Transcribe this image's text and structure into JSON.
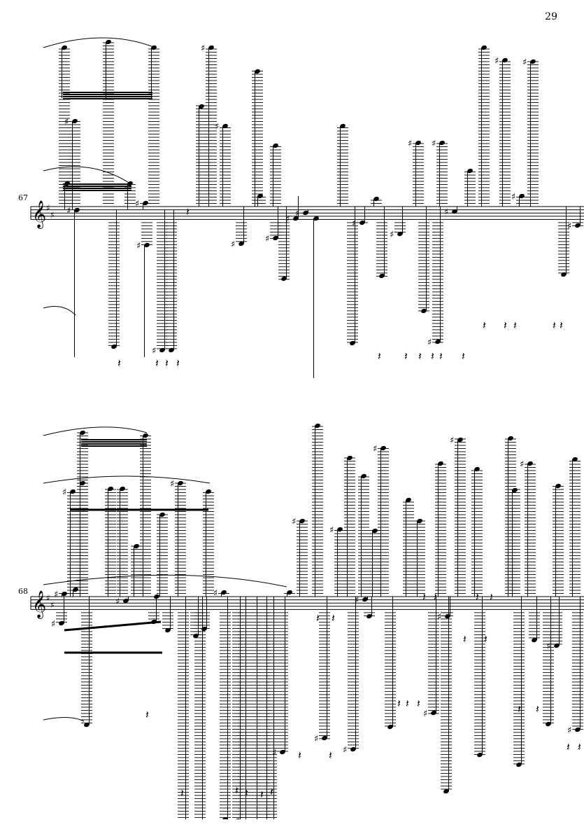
{
  "page": {
    "page_number": "29"
  },
  "systems": [
    {
      "measure_number": "67",
      "clef": "treble",
      "key_signature": "D major"
    },
    {
      "measure_number": "68",
      "clef": "treble",
      "key_signature": "D major"
    }
  ],
  "symbols": {
    "treble_clef": "𝄞",
    "sharp": "♯",
    "natural": "♮",
    "quarter_rest": "𝄽",
    "eighth_rest": "𝄾"
  },
  "colors": {
    "ink": "#000000",
    "paper": "#ffffff"
  }
}
